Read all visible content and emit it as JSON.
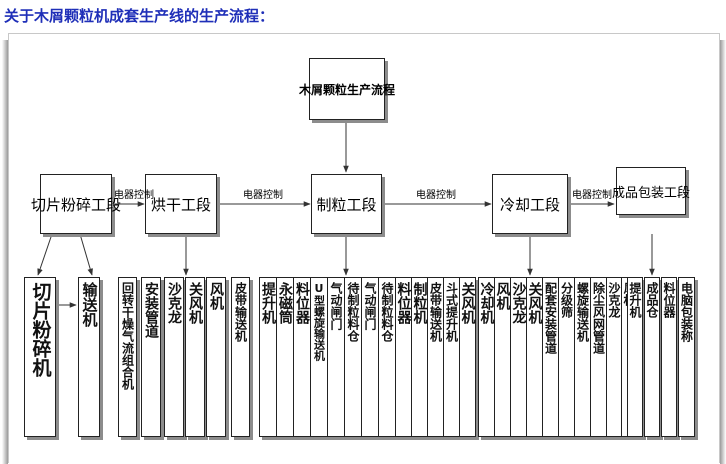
{
  "page_title": "关于木屑颗粒机成套生产线的生产流程：",
  "top_box": "木屑颗粒生产流程",
  "stages": [
    {
      "label": "切片粉碎工段"
    },
    {
      "label": "烘干工段"
    },
    {
      "label": "制粒工段"
    },
    {
      "label": "冷却工段"
    },
    {
      "label": "成品包装工段"
    }
  ],
  "connector_label": "电器控制",
  "columns": [
    "切片粉碎机",
    "输送机",
    "回转干燥气流组合机",
    "安装管道",
    "沙克龙",
    "关风机",
    "风机",
    "皮带输送机",
    "提升机",
    "永磁筒",
    "料位器",
    "U型螺旋输送机",
    "气动闸门",
    "待制粒料仓",
    "气动闸门",
    "待制粒料仓",
    "料位器",
    "制粒机",
    "皮带输送机",
    "斗式提升机",
    "关风机",
    "冷却机",
    "风机",
    "沙克龙",
    "关风机",
    "配套安装管道",
    "分级筛",
    "螺旋输送机",
    "除尘风网管道",
    "沙克龙",
    "风机",
    "提升机",
    "成品仓",
    "料位器",
    "电脑包装称"
  ]
}
